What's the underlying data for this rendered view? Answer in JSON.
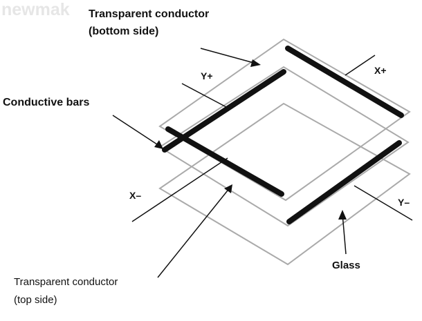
{
  "watermark": "newmak",
  "labels": {
    "transparent_bottom_line1": "Transparent conductor",
    "transparent_bottom_line2": "(bottom side)",
    "conductive_bars": "Conductive bars",
    "y_plus": "Y+",
    "x_plus": "X+",
    "x_minus": "X–",
    "y_minus": "Y–",
    "glass": "Glass",
    "transparent_top_line1": "Transparent conductor",
    "transparent_top_line2": "(top side)"
  }
}
